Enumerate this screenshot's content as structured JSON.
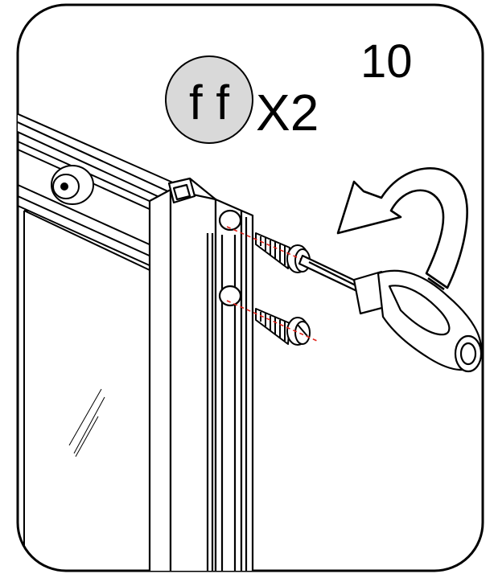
{
  "step": {
    "number": "10"
  },
  "part": {
    "code": "f f",
    "quantity": "X2"
  },
  "colors": {
    "line": "#000000",
    "badge_fill": "#d9d9d9",
    "axis_red": "#e2231a",
    "background": "#ffffff"
  },
  "icons": {
    "rotation": "curved-arrow-icon",
    "tool": "screwdriver-icon",
    "fastener": "screw-icon"
  }
}
